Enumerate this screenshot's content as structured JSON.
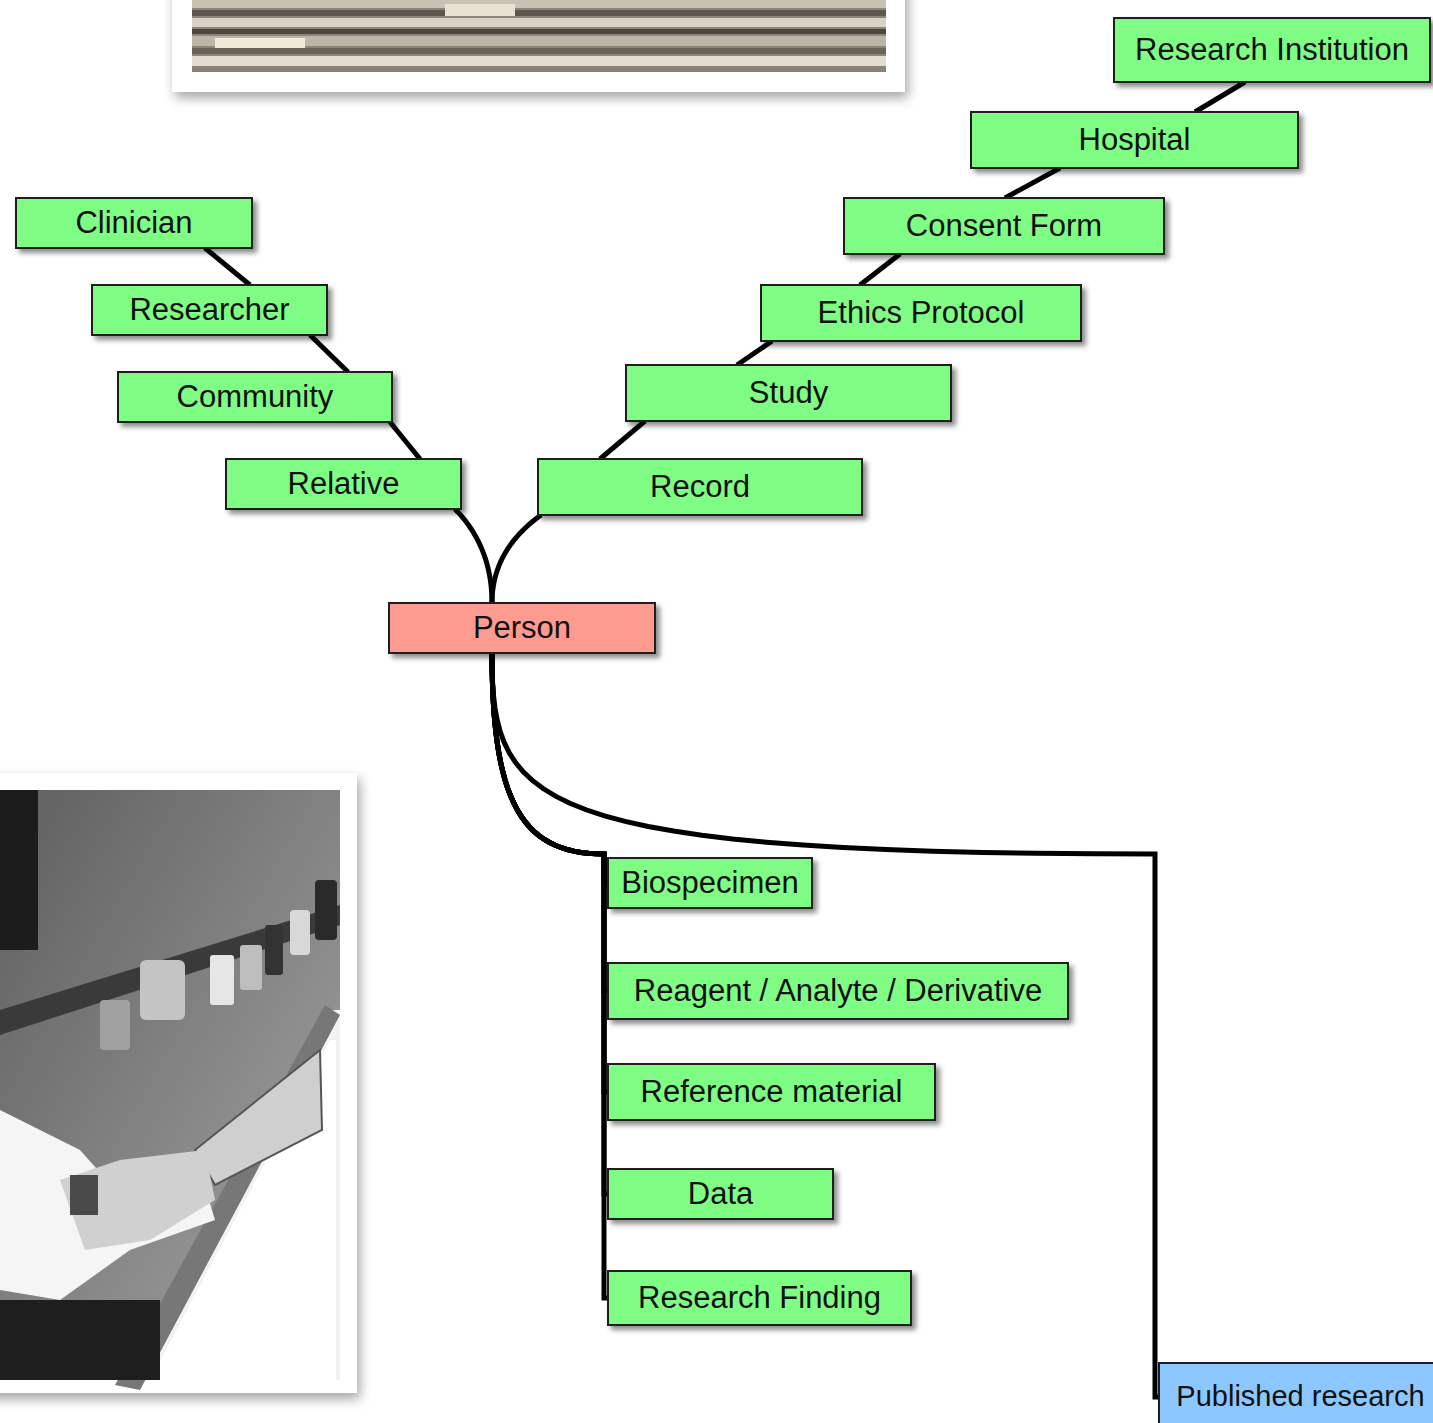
{
  "diagram": {
    "nodes": [
      {
        "text": [
          "Clinician"
        ]
      },
      {
        "text": [
          "Researcher"
        ]
      },
      {
        "text": [
          "Community"
        ]
      },
      {
        "text": [
          "Relative"
        ]
      },
      {
        "text": [
          "Research Institution"
        ]
      },
      {
        "text": [
          "Hospital"
        ]
      },
      {
        "text": [
          "Consent Form"
        ]
      },
      {
        "text": [
          "Ethics Protocol"
        ]
      },
      {
        "text": [
          "Study"
        ]
      },
      {
        "text": [
          "Record"
        ]
      },
      {
        "text": [
          "Person"
        ]
      },
      {
        "text": [
          "Biospecimen"
        ]
      },
      {
        "text": [
          "Reagent / Analyte / Derivative"
        ]
      },
      {
        "text": [
          "Reference material"
        ]
      },
      {
        "text": [
          "Data"
        ]
      },
      {
        "text": [
          "Research Finding"
        ]
      },
      {
        "text": [
          "Published research"
        ]
      }
    ],
    "edges": [
      {
        "from": 0,
        "to": 1,
        "arrow": "none"
      },
      {
        "from": 1,
        "to": 2,
        "arrow": "none"
      },
      {
        "from": 2,
        "to": 3,
        "arrow": "none"
      },
      {
        "from": 3,
        "to": 10,
        "arrow": "none"
      },
      {
        "from": 4,
        "to": 5,
        "arrow": "none"
      },
      {
        "from": 5,
        "to": 6,
        "arrow": "none"
      },
      {
        "from": 6,
        "to": 7,
        "arrow": "none"
      },
      {
        "from": 7,
        "to": 8,
        "arrow": "none"
      },
      {
        "from": 8,
        "to": 9,
        "arrow": "none"
      },
      {
        "from": 9,
        "to": 10,
        "arrow": "none"
      },
      {
        "from": 10,
        "to": 11,
        "arrow": "none"
      },
      {
        "from": 10,
        "to": 12,
        "arrow": "none"
      },
      {
        "from": 10,
        "to": 13,
        "arrow": "none"
      },
      {
        "from": 10,
        "to": 14,
        "arrow": "none"
      },
      {
        "from": 10,
        "to": 15,
        "arrow": "none"
      },
      {
        "from": 10,
        "to": 16,
        "arrow": "none"
      }
    ]
  }
}
